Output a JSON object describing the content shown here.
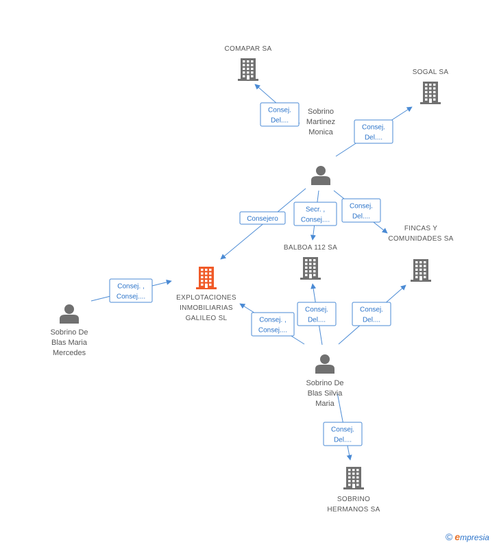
{
  "colors": {
    "edge": "#4a8ad4",
    "edge_text": "#2b73c9",
    "node_gray": "#707070",
    "node_focus": "#f05a28",
    "label": "#555555"
  },
  "nodes": [
    {
      "id": "comapar",
      "kind": "company",
      "focus": false,
      "label": [
        "COMAPAR SA"
      ]
    },
    {
      "id": "sogal",
      "kind": "company",
      "focus": false,
      "label": [
        "SOGAL SA"
      ]
    },
    {
      "id": "martinez",
      "kind": "person",
      "focus": false,
      "label": [
        "Sobrino",
        "Martinez",
        "Monica"
      ]
    },
    {
      "id": "explot",
      "kind": "company",
      "focus": true,
      "label": [
        "EXPLOTACIONES",
        "INMOBILIARIAS",
        "GALILEO SL"
      ]
    },
    {
      "id": "balboa",
      "kind": "company",
      "focus": false,
      "label": [
        "BALBOA 112 SA"
      ]
    },
    {
      "id": "fincas",
      "kind": "company",
      "focus": false,
      "label": [
        "FINCAS Y",
        "COMUNIDADES SA"
      ]
    },
    {
      "id": "mercedes",
      "kind": "person",
      "focus": false,
      "label": [
        "Sobrino De",
        "Blas Maria",
        "Mercedes"
      ]
    },
    {
      "id": "silvia",
      "kind": "person",
      "focus": false,
      "label": [
        "Sobrino De",
        "Blas Silvia",
        "Maria"
      ]
    },
    {
      "id": "hermanos",
      "kind": "company",
      "focus": false,
      "label": [
        "SOBRINO",
        "HERMANOS SA"
      ]
    }
  ],
  "edges": [
    {
      "id": "e1",
      "from": "martinez",
      "to": "comapar",
      "label": [
        "Consej.",
        "Del...."
      ]
    },
    {
      "id": "e2",
      "from": "martinez",
      "to": "sogal",
      "label": [
        "Consej.",
        "Del...."
      ]
    },
    {
      "id": "e3",
      "from": "martinez",
      "to": "explot",
      "label": [
        "Consejero"
      ]
    },
    {
      "id": "e4",
      "from": "martinez",
      "to": "balboa",
      "label": [
        "Secr. ,",
        "Consej...."
      ]
    },
    {
      "id": "e5",
      "from": "martinez",
      "to": "fincas",
      "label": [
        "Consej.",
        "Del...."
      ]
    },
    {
      "id": "e6",
      "from": "mercedes",
      "to": "explot",
      "label": [
        "Consej. ,",
        "Consej...."
      ]
    },
    {
      "id": "e7",
      "from": "silvia",
      "to": "explot",
      "label": [
        "Consej. ,",
        "Consej...."
      ]
    },
    {
      "id": "e8",
      "from": "silvia",
      "to": "balboa",
      "label": [
        "Consej.",
        "Del...."
      ]
    },
    {
      "id": "e9",
      "from": "silvia",
      "to": "fincas",
      "label": [
        "Consej.",
        "Del...."
      ]
    },
    {
      "id": "e10",
      "from": "silvia",
      "to": "hermanos",
      "label": [
        "Consej.",
        "Del...."
      ]
    }
  ],
  "brand": {
    "copyright": "©",
    "e": "e",
    "rest": "mpresia"
  }
}
